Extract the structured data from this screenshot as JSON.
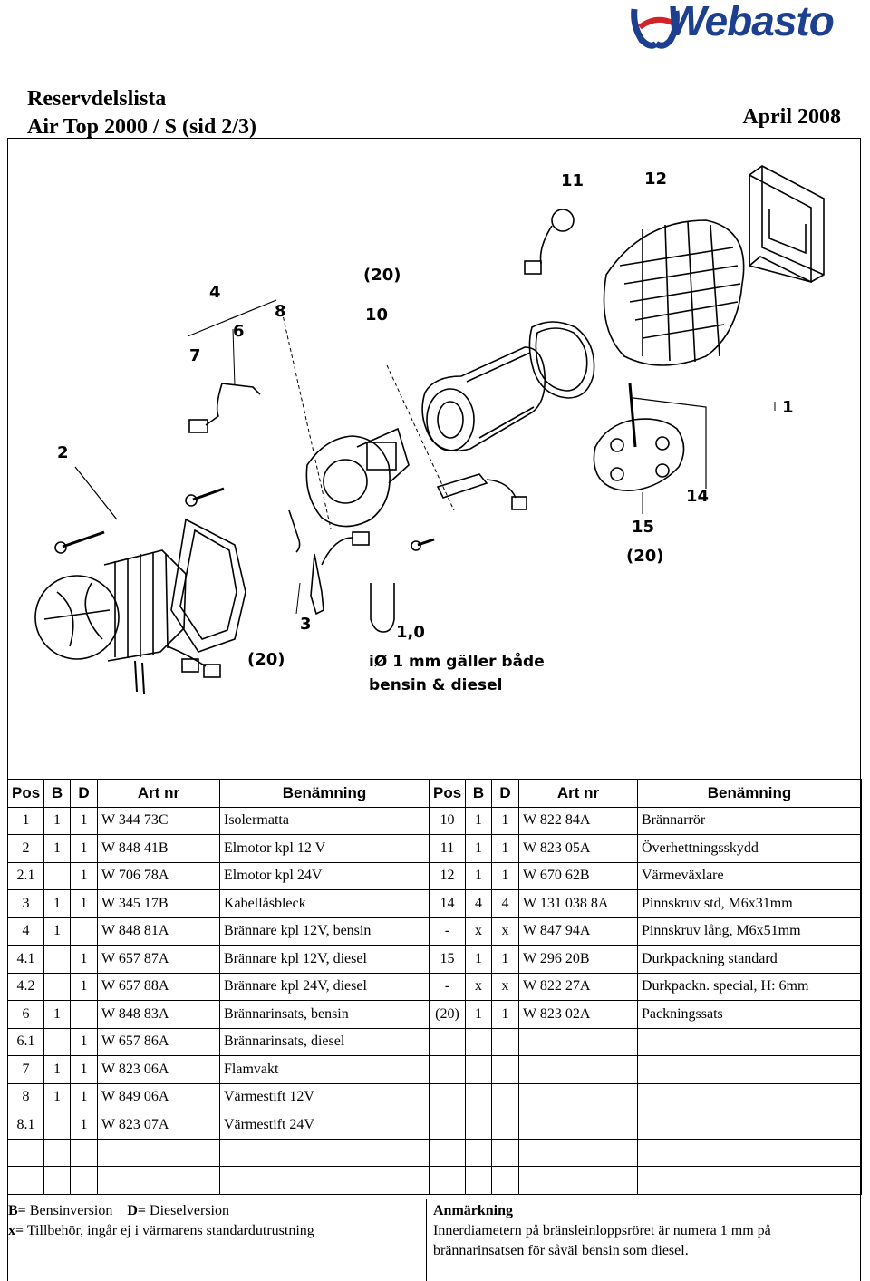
{
  "brand": {
    "name": "Webasto",
    "color": "#1d3f8f",
    "accent": "#d2232a"
  },
  "header": {
    "title_line1": "Reservdelslista",
    "title_line2": "Air Top 2000 / S (sid 2/3)",
    "date": "April 2008"
  },
  "diagram": {
    "callouts": [
      "11",
      "12",
      "(20)",
      "10",
      "4",
      "8",
      "6",
      "7",
      "1",
      "2",
      "14",
      "15",
      "(20)",
      "3",
      "(20)"
    ],
    "measure": "1,0",
    "note_line1": "iØ 1 mm gäller både",
    "note_line2": "bensin & diesel"
  },
  "table": {
    "headers": [
      "Pos",
      "B",
      "D",
      "Art nr",
      "Benämning",
      "Pos",
      "B",
      "D",
      "Art nr",
      "Benämning"
    ],
    "rows": [
      [
        "1",
        "1",
        "1",
        "W 344 73C",
        "Isolermatta",
        "10",
        "1",
        "1",
        "W 822 84A",
        "Brännarrör"
      ],
      [
        "2",
        "1",
        "1",
        "W 848 41B",
        "Elmotor kpl 12 V",
        "11",
        "1",
        "1",
        "W 823 05A",
        "Överhettningsskydd"
      ],
      [
        "2.1",
        "",
        "1",
        "W 706 78A",
        "Elmotor kpl 24V",
        "12",
        "1",
        "1",
        "W 670 62B",
        "Värmeväxlare"
      ],
      [
        "3",
        "1",
        "1",
        "W 345 17B",
        "Kabellåsbleck",
        "14",
        "4",
        "4",
        "W 131 038 8A",
        "Pinnskruv std, M6x31mm"
      ],
      [
        "4",
        "1",
        "",
        "W 848 81A",
        "Brännare kpl 12V, bensin",
        "-",
        "x",
        "x",
        "W 847 94A",
        "Pinnskruv lång, M6x51mm"
      ],
      [
        "4.1",
        "",
        "1",
        "W 657 87A",
        "Brännare kpl 12V, diesel",
        "15",
        "1",
        "1",
        "W 296 20B",
        "Durkpackning standard"
      ],
      [
        "4.2",
        "",
        "1",
        "W 657 88A",
        "Brännare kpl 24V, diesel",
        "-",
        "x",
        "x",
        "W 822 27A",
        "Durkpackn. special, H: 6mm"
      ],
      [
        "6",
        "1",
        "",
        "W 848 83A",
        "Brännarinsats, bensin",
        "(20)",
        "1",
        "1",
        "W 823 02A",
        "Packningssats"
      ],
      [
        "6.1",
        "",
        "1",
        "W 657 86A",
        "Brännarinsats, diesel",
        "",
        "",
        "",
        "",
        ""
      ],
      [
        "7",
        "1",
        "1",
        "W 823 06A",
        "Flamvakt",
        "",
        "",
        "",
        "",
        ""
      ],
      [
        "8",
        "1",
        "1",
        "W 849 06A",
        "Värmestift 12V",
        "",
        "",
        "",
        "",
        ""
      ],
      [
        "8.1",
        "",
        "1",
        "W 823 07A",
        "Värmestift 24V",
        "",
        "",
        "",
        "",
        ""
      ],
      [
        "",
        "",
        "",
        "",
        "",
        "",
        "",
        "",
        "",
        ""
      ],
      [
        "",
        "",
        "",
        "",
        "",
        "",
        "",
        "",
        "",
        ""
      ]
    ]
  },
  "legend": {
    "b_key": "B=",
    "b_text": " Bensinversion",
    "d_key": "D=",
    "d_text": " Dieselversion",
    "x_key": "x=",
    "x_text": " Tillbehör, ingår ej i värmarens standardutrustning",
    "remark_title": "Anmärkning",
    "remark_text": "Innerdiametern på bränsleinloppsröret är numera 1 mm på brännarinsatsen för såväl bensin som diesel."
  }
}
